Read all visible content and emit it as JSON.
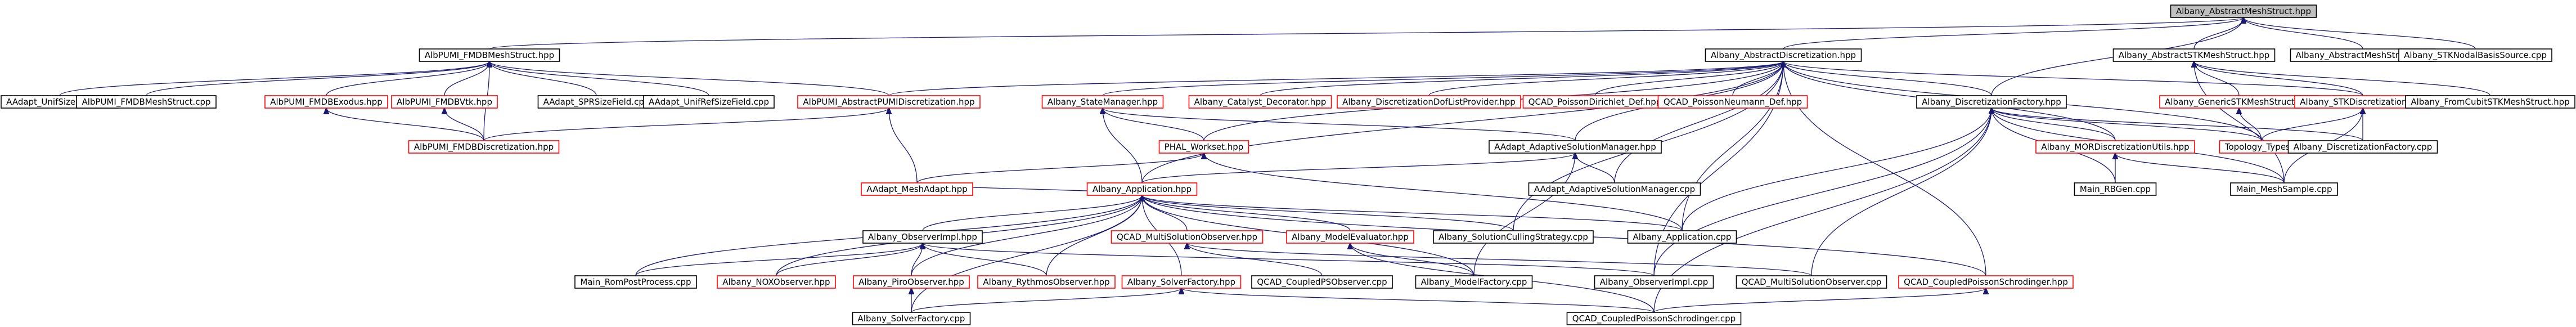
{
  "diagram": {
    "kind": "include dependency graph",
    "colors": {
      "edge": "#191970",
      "box_border_normal": "#000000",
      "box_border_truncated": "#ff0000",
      "root_fill": "#bfbfbf",
      "background": "#ffffff"
    },
    "nodes": [
      {
        "id": "n_root",
        "label": "Albany_AbstractMeshStruct.hpp",
        "style": "root"
      },
      {
        "id": "n_pumi_mesh",
        "label": "AlbPUMI_FMDBMeshStruct.hpp",
        "style": "black"
      },
      {
        "id": "n_absdisc",
        "label": "Albany_AbstractDiscretization.hpp",
        "style": "black"
      },
      {
        "id": "n_absmesh_cpp",
        "label": "Albany_AbstractMeshStruct.cpp",
        "style": "black"
      },
      {
        "id": "n_stknodal",
        "label": "Albany_STKNodalBasisSource.cpp",
        "style": "black"
      },
      {
        "id": "n_absstk",
        "label": "Albany_AbstractSTKMeshStruct.hpp",
        "style": "black"
      },
      {
        "id": "n_aadapt_unif",
        "label": "AAdapt_UnifSizeField.cpp",
        "style": "black"
      },
      {
        "id": "n_pumi_mesh_cpp",
        "label": "AlbPUMI_FMDBMeshStruct.cpp",
        "style": "black"
      },
      {
        "id": "n_pumi_exodus",
        "label": "AlbPUMI_FMDBExodus.hpp",
        "style": "red"
      },
      {
        "id": "n_pumi_vtk",
        "label": "AlbPUMI_FMDBVtk.hpp",
        "style": "red"
      },
      {
        "id": "n_aadapt_spr",
        "label": "AAdapt_SPRSizeField.cpp",
        "style": "black"
      },
      {
        "id": "n_aadapt_unifref",
        "label": "AAdapt_UnifRefSizeField.cpp",
        "style": "black"
      },
      {
        "id": "n_pumi_absdisc",
        "label": "AlbPUMI_AbstractPUMIDiscretization.hpp",
        "style": "red"
      },
      {
        "id": "n_statemgr",
        "label": "Albany_StateManager.hpp",
        "style": "red"
      },
      {
        "id": "n_catalyst",
        "label": "Albany_Catalyst_Decorator.hpp",
        "style": "red"
      },
      {
        "id": "n_dofprov",
        "label": "Albany_DiscretizationDofListProvider.hpp",
        "style": "red"
      },
      {
        "id": "n_qcad_dirnxt",
        "label": "QCAD_PoissonDirichlet_Def.hpp",
        "style": "red"
      },
      {
        "id": "n_qcad_neu",
        "label": "QCAD_PoissonNeumann_Def.hpp",
        "style": "red"
      },
      {
        "id": "n_discfact",
        "label": "Albany_DiscretizationFactory.hpp",
        "style": "black"
      },
      {
        "id": "n_generic_stk",
        "label": "Albany_GenericSTKMeshStruct.hpp",
        "style": "red"
      },
      {
        "id": "n_stkdisc",
        "label": "Albany_STKDiscretization.hpp",
        "style": "red"
      },
      {
        "id": "n_absmesh_cpp2",
        "label": "Albany_AbstractMeshStruct.cpp",
        "style": "black"
      },
      {
        "id": "n_fromcubit",
        "label": "Albany_FromCubitSTKMeshStruct.hpp",
        "style": "black"
      },
      {
        "id": "n_pumi_disc",
        "label": "AlbPUMI_FMDBDiscretization.hpp",
        "style": "red"
      },
      {
        "id": "n_phal_ws",
        "label": "PHAL_Workset.hpp",
        "style": "red"
      },
      {
        "id": "n_aadapt_asm",
        "label": "AAdapt_AdaptiveSolutionManager.hpp",
        "style": "black"
      },
      {
        "id": "n_mordisc",
        "label": "Albany_MORDiscretizationUtils.hpp",
        "style": "red"
      },
      {
        "id": "n_topology",
        "label": "Topology_Types.h",
        "style": "red"
      },
      {
        "id": "n_discfact_cpp",
        "label": "Albany_DiscretizationFactory.cpp",
        "style": "black"
      },
      {
        "id": "n_aadapt_asm_cpp",
        "label": "AAdapt_AdaptiveSolutionManager.cpp",
        "style": "black"
      },
      {
        "id": "n_rbgen",
        "label": "Main_RBGen.cpp",
        "style": "black"
      },
      {
        "id": "n_meshsample",
        "label": "Main_MeshSample.cpp",
        "style": "black"
      },
      {
        "id": "n_aadapt_meshadapt",
        "label": "AAdapt_MeshAdapt.hpp",
        "style": "red"
      },
      {
        "id": "n_app",
        "label": "Albany_Application.hpp",
        "style": "red"
      },
      {
        "id": "n_obsimpl",
        "label": "Albany_ObserverImpl.hpp",
        "style": "black"
      },
      {
        "id": "n_qcad_mso",
        "label": "QCAD_MultiSolutionObserver.hpp",
        "style": "red"
      },
      {
        "id": "n_modeleval",
        "label": "Albany_ModelEvaluator.hpp",
        "style": "red"
      },
      {
        "id": "n_solcull",
        "label": "Albany_SolutionCullingStrategy.cpp",
        "style": "black"
      },
      {
        "id": "n_app_cpp",
        "label": "Albany_Application.cpp",
        "style": "black"
      },
      {
        "id": "n_rompost",
        "label": "Main_RomPostProcess.cpp",
        "style": "black"
      },
      {
        "id": "n_noxobs",
        "label": "Albany_NOXObserver.hpp",
        "style": "red"
      },
      {
        "id": "n_piroobs",
        "label": "Albany_PiroObserver.hpp",
        "style": "red"
      },
      {
        "id": "n_rythmos",
        "label": "Albany_RythmosObserver.hpp",
        "style": "red"
      },
      {
        "id": "n_solverfact",
        "label": "Albany_SolverFactory.hpp",
        "style": "red"
      },
      {
        "id": "n_qcad_fio",
        "label": "QCAD_CoupledPSObserver.cpp",
        "style": "black"
      },
      {
        "id": "n_modelfact",
        "label": "Albany_ModelFactory.cpp",
        "style": "black"
      },
      {
        "id": "n_obsimpl_cpp",
        "label": "Albany_ObserverImpl.cpp",
        "style": "black"
      },
      {
        "id": "n_qcad_mso_cpp",
        "label": "QCAD_MultiSolutionObserver.cpp",
        "style": "black"
      },
      {
        "id": "n_qcad_cps_hpp",
        "label": "QCAD_CoupledPoissonSchrodinger.hpp",
        "style": "red"
      },
      {
        "id": "n_solverfact_cpp",
        "label": "Albany_SolverFactory.cpp",
        "style": "black"
      },
      {
        "id": "n_qcad_cps_cpp",
        "label": "QCAD_CoupledPoissonSchrodinger.cpp",
        "style": "black"
      }
    ],
    "edges": [
      [
        "n_pumi_mesh",
        "n_root"
      ],
      [
        "n_absdisc",
        "n_root"
      ],
      [
        "n_absmesh_cpp",
        "n_root"
      ],
      [
        "n_stknodal",
        "n_root"
      ],
      [
        "n_absstk",
        "n_root"
      ],
      [
        "n_discfact",
        "n_root"
      ],
      [
        "n_aadapt_unif",
        "n_pumi_mesh"
      ],
      [
        "n_pumi_mesh_cpp",
        "n_pumi_mesh"
      ],
      [
        "n_pumi_exodus",
        "n_pumi_mesh"
      ],
      [
        "n_pumi_vtk",
        "n_pumi_mesh"
      ],
      [
        "n_aadapt_spr",
        "n_pumi_mesh"
      ],
      [
        "n_aadapt_unifref",
        "n_pumi_mesh"
      ],
      [
        "n_pumi_absdisc",
        "n_pumi_mesh"
      ],
      [
        "n_pumi_disc",
        "n_pumi_mesh"
      ],
      [
        "n_pumi_absdisc",
        "n_absdisc"
      ],
      [
        "n_statemgr",
        "n_absdisc"
      ],
      [
        "n_catalyst",
        "n_absdisc"
      ],
      [
        "n_dofprov",
        "n_absdisc"
      ],
      [
        "n_qcad_dirnxt",
        "n_absdisc"
      ],
      [
        "n_qcad_neu",
        "n_absdisc"
      ],
      [
        "n_discfact",
        "n_absdisc"
      ],
      [
        "n_stkdisc",
        "n_absdisc"
      ],
      [
        "n_phal_ws",
        "n_absdisc"
      ],
      [
        "n_aadapt_asm",
        "n_absdisc"
      ],
      [
        "n_app",
        "n_absdisc"
      ],
      [
        "n_mordisc",
        "n_absdisc"
      ],
      [
        "n_topology",
        "n_absdisc"
      ],
      [
        "n_app_cpp",
        "n_absdisc"
      ],
      [
        "n_obsimpl_cpp",
        "n_absdisc"
      ],
      [
        "n_qcad_cps_hpp",
        "n_absdisc"
      ],
      [
        "n_solcull",
        "n_absdisc"
      ],
      [
        "n_aadapt_asm_cpp",
        "n_absdisc"
      ],
      [
        "n_generic_stk",
        "n_absstk"
      ],
      [
        "n_stkdisc",
        "n_absstk"
      ],
      [
        "n_absmesh_cpp2",
        "n_absstk"
      ],
      [
        "n_fromcubit",
        "n_absstk"
      ],
      [
        "n_meshsample",
        "n_absstk"
      ],
      [
        "n_pumi_disc",
        "n_pumi_exodus"
      ],
      [
        "n_pumi_disc",
        "n_pumi_vtk"
      ],
      [
        "n_pumi_disc",
        "n_pumi_absdisc"
      ],
      [
        "n_aadapt_meshadapt",
        "n_pumi_absdisc"
      ],
      [
        "n_phal_ws",
        "n_statemgr"
      ],
      [
        "n_app",
        "n_statemgr"
      ],
      [
        "n_aadapt_asm",
        "n_statemgr"
      ],
      [
        "n_topology",
        "n_generic_stk"
      ],
      [
        "n_topology",
        "n_stkdisc"
      ],
      [
        "n_discfact_cpp",
        "n_stkdisc"
      ],
      [
        "n_meshsample",
        "n_stkdisc"
      ],
      [
        "n_mordisc",
        "n_discfact"
      ],
      [
        "n_topology",
        "n_discfact"
      ],
      [
        "n_discfact_cpp",
        "n_discfact"
      ],
      [
        "n_rbgen",
        "n_discfact"
      ],
      [
        "n_meshsample",
        "n_discfact"
      ],
      [
        "n_app_cpp",
        "n_discfact"
      ],
      [
        "n_obsimpl_cpp",
        "n_discfact"
      ],
      [
        "n_qcad_mso_cpp",
        "n_discfact"
      ],
      [
        "n_qcad_cps_cpp",
        "n_discfact"
      ],
      [
        "n_rbgen",
        "n_mordisc"
      ],
      [
        "n_meshsample",
        "n_mordisc"
      ],
      [
        "n_aadapt_meshadapt",
        "n_phal_ws"
      ],
      [
        "n_app_cpp",
        "n_phal_ws"
      ],
      [
        "n_app",
        "n_aadapt_asm"
      ],
      [
        "n_aadapt_asm_cpp",
        "n_aadapt_asm"
      ],
      [
        "n_modelfact",
        "n_aadapt_asm"
      ],
      [
        "n_aadapt_meshadapt",
        "n_app"
      ],
      [
        "n_obsimpl",
        "n_app"
      ],
      [
        "n_qcad_mso",
        "n_app"
      ],
      [
        "n_modeleval",
        "n_app"
      ],
      [
        "n_solcull",
        "n_app"
      ],
      [
        "n_app_cpp",
        "n_app"
      ],
      [
        "n_rompost",
        "n_app"
      ],
      [
        "n_noxobs",
        "n_app"
      ],
      [
        "n_piroobs",
        "n_app"
      ],
      [
        "n_rythmos",
        "n_app"
      ],
      [
        "n_solverfact",
        "n_app"
      ],
      [
        "n_modelfact",
        "n_app"
      ],
      [
        "n_qcad_cps_hpp",
        "n_app"
      ],
      [
        "n_solverfact_cpp",
        "n_app"
      ],
      [
        "n_noxobs",
        "n_obsimpl"
      ],
      [
        "n_piroobs",
        "n_obsimpl"
      ],
      [
        "n_rythmos",
        "n_obsimpl"
      ],
      [
        "n_rompost",
        "n_obsimpl"
      ],
      [
        "n_obsimpl_cpp",
        "n_obsimpl"
      ],
      [
        "n_qcad_fio",
        "n_qcad_mso"
      ],
      [
        "n_qcad_mso_cpp",
        "n_qcad_mso"
      ],
      [
        "n_modelfact",
        "n_modeleval"
      ],
      [
        "n_qcad_cps_cpp",
        "n_modeleval"
      ],
      [
        "n_solverfact_cpp",
        "n_piroobs"
      ],
      [
        "n_solverfact_cpp",
        "n_solverfact"
      ],
      [
        "n_qcad_cps_cpp",
        "n_solverfact"
      ],
      [
        "n_qcad_cps_cpp",
        "n_qcad_cps_hpp"
      ]
    ]
  }
}
